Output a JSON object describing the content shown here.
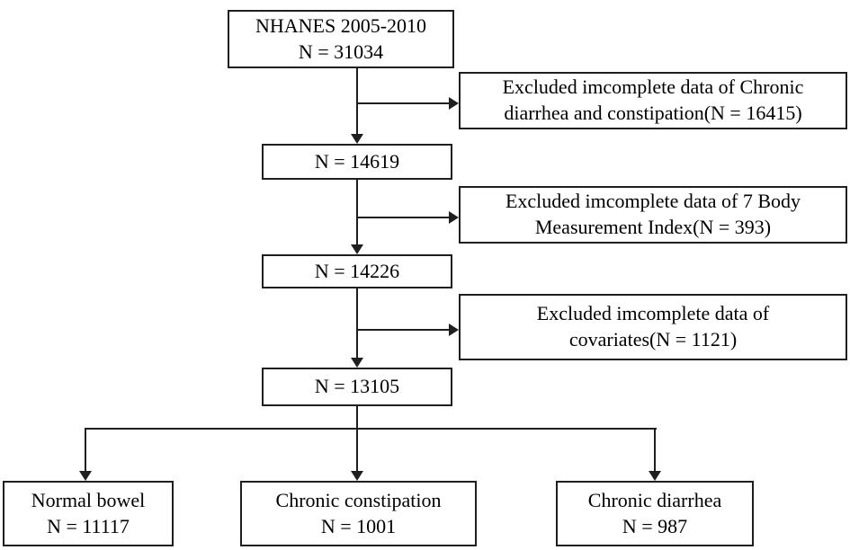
{
  "figure": {
    "type": "participant-selection-flowchart",
    "colors": {
      "line": "#1f1f1f",
      "text": "#000000",
      "background": "#ffffff"
    }
  },
  "nodes": {
    "source": {
      "line1": "NHANES 2005-2010",
      "line2": "N = 31034"
    },
    "after_bowel_exclusion": {
      "label": "N = 14619"
    },
    "after_bmi_exclusion": {
      "label": "N = 14226"
    },
    "analytic_sample": {
      "label": "N = 13105"
    }
  },
  "exclusions": {
    "bowel": {
      "line1": "Excluded imcomplete data of Chronic",
      "line2": "diarrhea and constipation(N = 16415)"
    },
    "bmi": {
      "line1": "Excluded imcomplete data of 7 Body",
      "line2": "Measurement Index(N = 393)"
    },
    "covariates": {
      "line1": "Excluded imcomplete data of",
      "line2": "covariates(N = 1121)"
    }
  },
  "outcomes": {
    "normal_bowel": {
      "line1": "Normal bowel",
      "line2": "N = 11117"
    },
    "chronic_constipation": {
      "line1": "Chronic constipation",
      "line2": "N = 1001"
    },
    "chronic_diarrhea": {
      "line1": "Chronic diarrhea",
      "line2": "N = 987"
    }
  }
}
